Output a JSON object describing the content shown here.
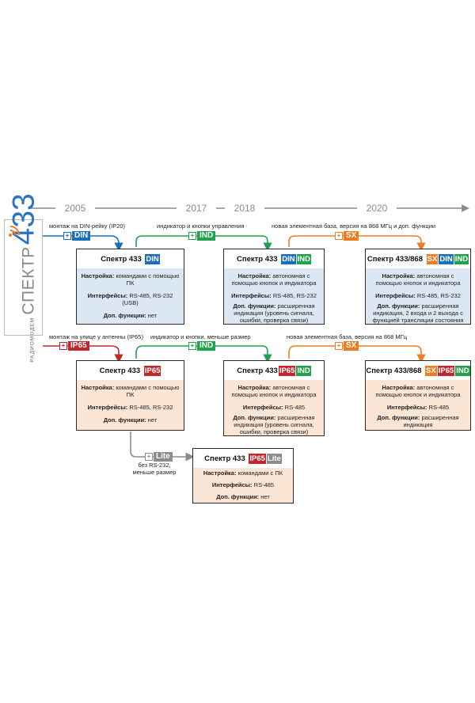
{
  "timeline": {
    "years": [
      "2005",
      "2017",
      "2018",
      "2020"
    ]
  },
  "logo": {
    "small_text": "РАДИОМОДЕМ",
    "name": "СПЕКТР",
    "number": "433",
    "icon": "radio-wave-icon"
  },
  "branch_labels": {
    "din": "монтаж на DIN-рейку (IP20)",
    "ind_top": "индикатор и кнопки управления",
    "sx_top": "новая элементная база, версия на 868 МГц и доп. функции",
    "ip65": "монтаж на улице у антенны (IP65)",
    "ind_bottom": "индикатор и кнопки, меньше размер",
    "sx_bottom": "новая элементная база, версия на 868 МГц",
    "lite_line1": "без RS-232,",
    "lite_line2": "меньше размер"
  },
  "tags": {
    "plus": "+",
    "din": "DIN",
    "ind": "IND",
    "sx": "SX",
    "ip65": "IP65",
    "lite": "Lite"
  },
  "boxes": {
    "din": {
      "title": "Спектр 433",
      "chips": [
        "DIN"
      ],
      "setup_label": "Настройка:",
      "setup_value": "командами с помощью ПК",
      "iface_label": "Интерфейсы:",
      "iface_value": "RS-485, RS-232 (USB)",
      "extra_label": "Доп. функции:",
      "extra_value": "нет"
    },
    "din_ind": {
      "title": "Спектр 433",
      "chips": [
        "DIN",
        "IND"
      ],
      "setup_label": "Настройка:",
      "setup_value": "автономная с помощью кнопок и индикатора",
      "iface_label": "Интерфейсы:",
      "iface_value": "RS-485, RS-232",
      "extra_label": "Доп. функции:",
      "extra_value": "расширенная индикация (уровень сигнала, ошибки, проверка связи)"
    },
    "sx_din_ind": {
      "title": "Спектр 433/868",
      "chips": [
        "SX",
        "DIN",
        "IND"
      ],
      "setup_label": "Настройка:",
      "setup_value": "автономная с помощью кнопок и индикатора",
      "iface_label": "Интерфейсы:",
      "iface_value": "RS-485, RS-232",
      "extra_label": "Доп. функции:",
      "extra_value": "расширенная индикация, 2 входа и 2 выхода с функцией трансляции состояния"
    },
    "ip65": {
      "title": "Спектр 433",
      "chips": [
        "IP65"
      ],
      "setup_label": "Настройка:",
      "setup_value": "командами с помощью ПК",
      "iface_label": "Интерфейсы:",
      "iface_value": "RS-485, RS-232",
      "extra_label": "Доп. функции:",
      "extra_value": "нет"
    },
    "ip65_ind": {
      "title": "Спектр 433",
      "chips": [
        "IP65",
        "IND"
      ],
      "setup_label": "Настройка:",
      "setup_value": "автономная с помощью кнопок и индикатора",
      "iface_label": "Интерфейсы:",
      "iface_value": "RS-485",
      "extra_label": "Доп. функции:",
      "extra_value": "расширенная индикация (уровень сигнала, ошибки, проверка связи)"
    },
    "sx_ip65_ind": {
      "title": "Спектр 433/868",
      "chips": [
        "SX",
        "IP65",
        "IND"
      ],
      "setup_label": "Настройка:",
      "setup_value": "автономная с помощью кнопок и индикатора",
      "iface_label": "Интерфейсы:",
      "iface_value": "RS-485",
      "extra_label": "Доп. функции:",
      "extra_value": "расширенная индикация"
    },
    "ip65_lite": {
      "title": "Спектр 433",
      "chips": [
        "IP65",
        "Lite"
      ],
      "setup_label": "Настройка:",
      "setup_value": "командами с ПК",
      "iface_label": "Интерфейсы:",
      "iface_value": "RS-485",
      "extra_label": "Доп. функции:",
      "extra_value": "нет"
    }
  },
  "colors": {
    "din": "#1c70b7",
    "ind": "#20a34a",
    "sx": "#ee7d22",
    "ip65": "#c0282d",
    "lite": "#8c8c8c",
    "timeline": "#8a8a8a"
  }
}
